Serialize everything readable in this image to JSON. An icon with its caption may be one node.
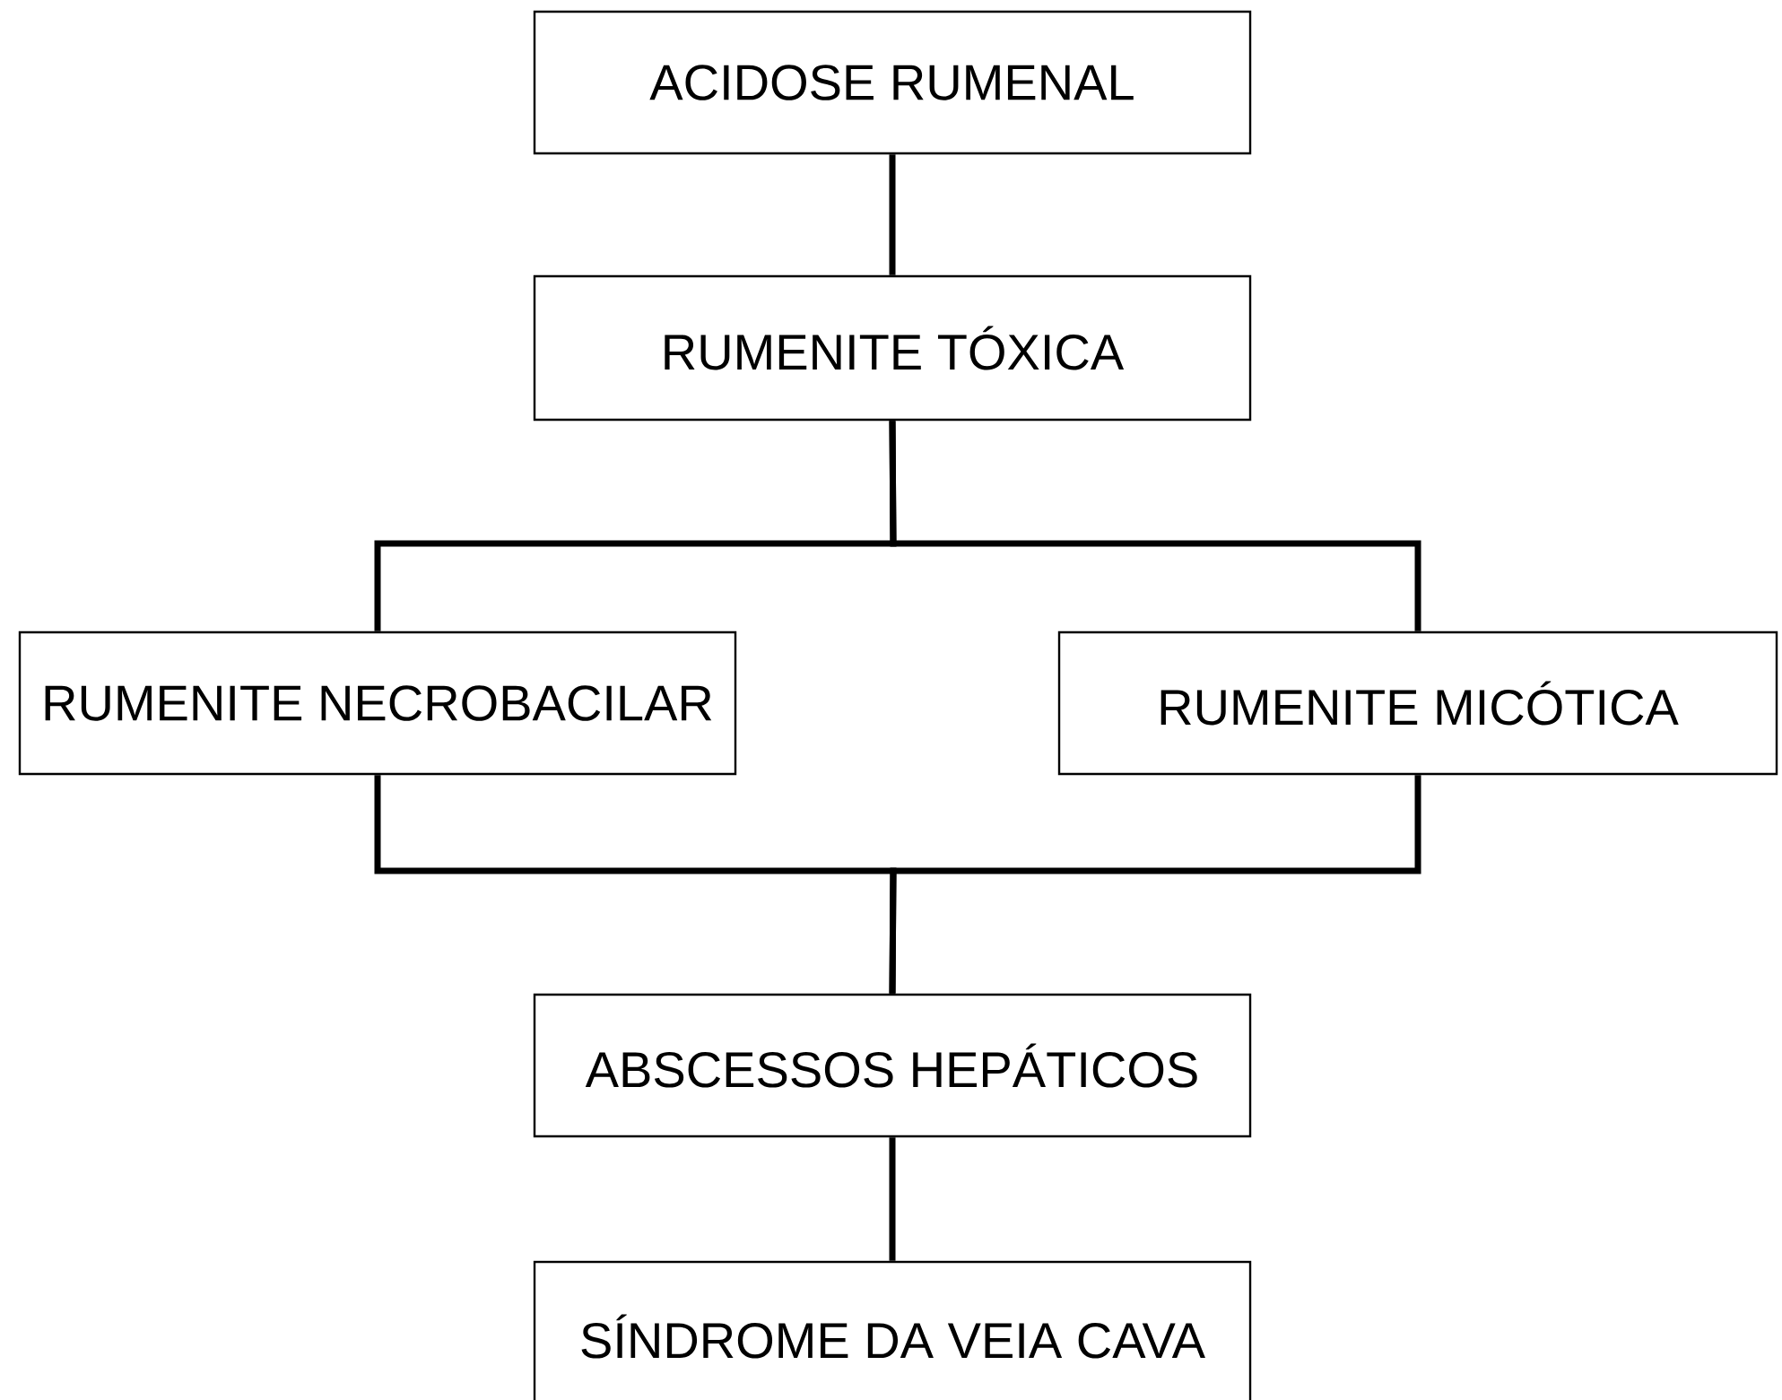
{
  "diagram": {
    "nodes": [
      {
        "text": [
          "ACIDOSE RUMENAL"
        ]
      },
      {
        "text": [
          "RUMENITE TÓXICA"
        ]
      },
      {
        "text": [
          "RUMENITE NECROBACILAR"
        ]
      },
      {
        "text": [
          "RUMENITE MICÓTICA"
        ]
      },
      {
        "text": [
          "ABSCESSOS HEPÁTICOS"
        ]
      },
      {
        "text": [
          "SÍNDROME DA VEIA CAVA"
        ]
      }
    ],
    "edges": [
      {
        "from": 0,
        "to": 1,
        "arrow": "none"
      },
      {
        "from": 1,
        "to": 2,
        "arrow": "none"
      },
      {
        "from": 1,
        "to": 3,
        "arrow": "none"
      },
      {
        "from": 2,
        "to": 4,
        "arrow": "none"
      },
      {
        "from": 3,
        "to": 4,
        "arrow": "none"
      },
      {
        "from": 4,
        "to": 5,
        "arrow": "none"
      }
    ]
  }
}
